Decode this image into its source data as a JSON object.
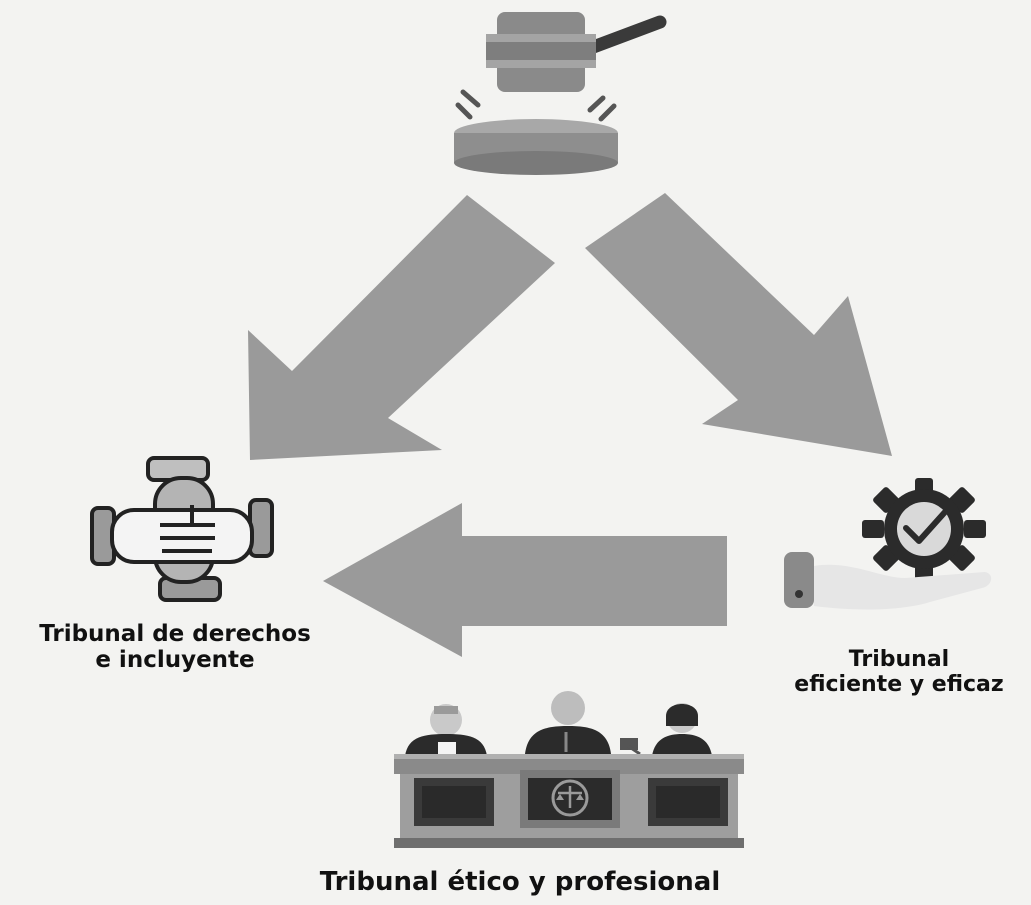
{
  "nodes": {
    "left": {
      "line1": "Tribunal de derechos",
      "line2": "e incluyente"
    },
    "right": {
      "line1": "Tribunal",
      "line2": "eficiente y eficaz"
    },
    "bottom": {
      "line1": "Tribunal ético y profesional"
    }
  },
  "icons": {
    "top": "gavel-icon",
    "left": "handshake-icon",
    "right": "gear-hand-icon",
    "bottom": "judges-panel-icon"
  },
  "colors": {
    "background": "#f3f3f1",
    "arrow": "#9a9a9a",
    "icon_dark": "#2b2b2b",
    "icon_mid": "#8a8a8a",
    "icon_light": "#c8c8c8"
  }
}
